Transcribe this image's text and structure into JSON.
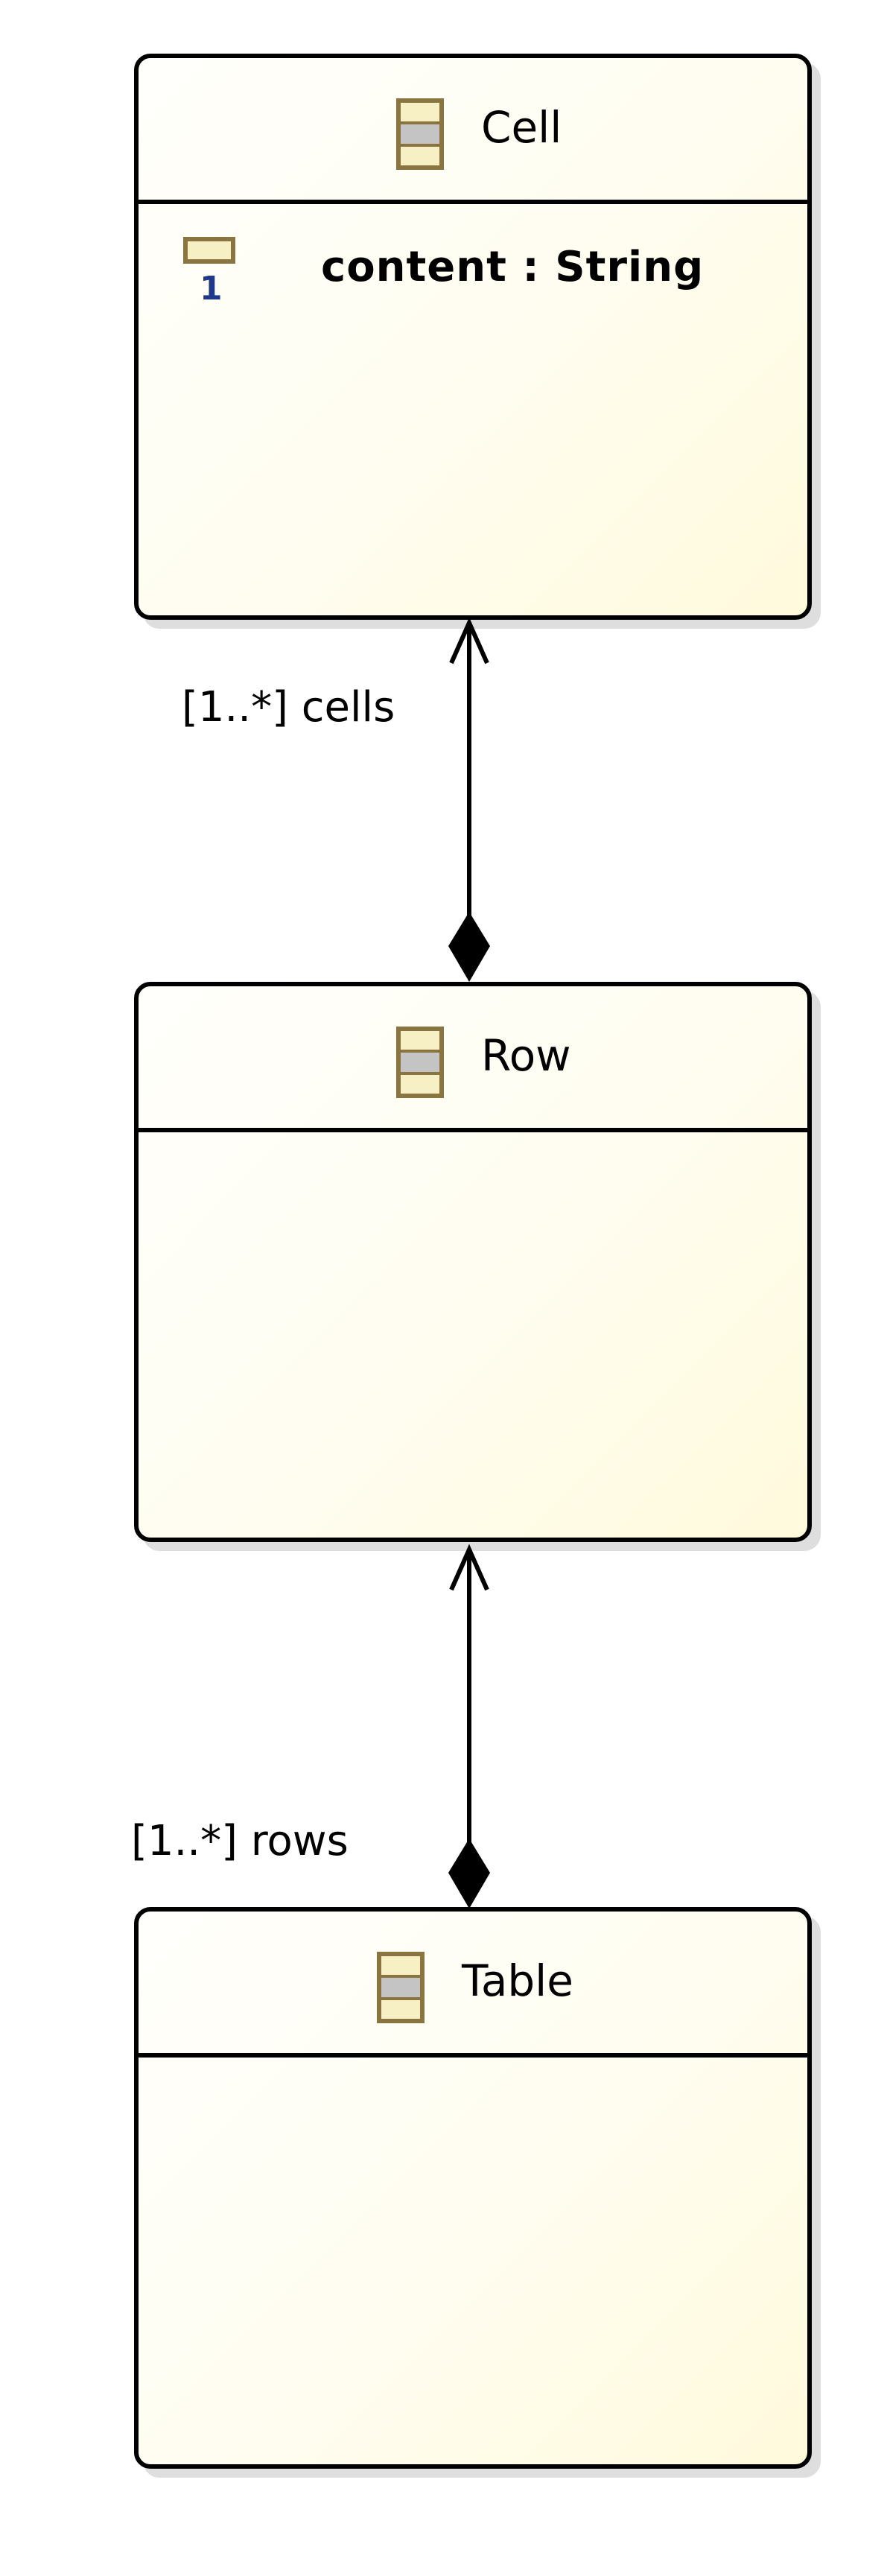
{
  "classes": {
    "cell": {
      "name": "Cell",
      "attributes": [
        {
          "text": "content : String",
          "multiplicity_glyph": "1"
        }
      ]
    },
    "row": {
      "name": "Row",
      "attributes": []
    },
    "table": {
      "name": "Table",
      "attributes": []
    }
  },
  "associations": [
    {
      "from": "Row",
      "to": "Cell",
      "kind": "composition",
      "navigable_to": "Cell",
      "role_label": "[1..*] cells"
    },
    {
      "from": "Table",
      "to": "Row",
      "kind": "composition",
      "navigable_to": "Row",
      "role_label": "[1..*] rows"
    }
  ],
  "colors": {
    "box_border": "#000000",
    "box_fill_light": "#fffffc",
    "box_fill_dark": "#fffadc",
    "box_shadow": "#dedede",
    "icon_frame": "#8a7440",
    "icon_fill": "#f6f0c4",
    "icon_middle": "#c4c4c4",
    "multiplicity_blue": "#1f3a8a"
  },
  "icons": {
    "class_icon": "eclass-icon",
    "attribute_icon": "eattribute-icon"
  }
}
